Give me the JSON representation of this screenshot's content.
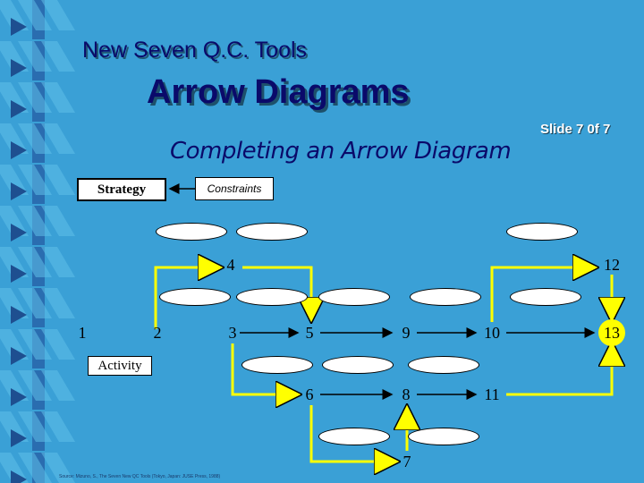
{
  "header": {
    "title": "New Seven Q.C. Tools",
    "main_title": "Arrow Diagrams",
    "slide_number": "Slide 7 0f 7"
  },
  "subtitle": "Completing an Arrow Diagram",
  "legend": {
    "strategy": "Strategy",
    "constraints": "Constraints",
    "activity": "Activity"
  },
  "nodes": [
    "1",
    "2",
    "3",
    "4",
    "5",
    "6",
    "7",
    "8",
    "9",
    "10",
    "11",
    "12",
    "13"
  ],
  "footnote": "Source: Mizuno, S., The Seven New QC Tools (Tokyo, Japan: JUSE Press, 1988)",
  "colors": {
    "background": "#3a9bd0",
    "stripe": "#2a6db0",
    "arrow": "#ffff00",
    "title": "#0a0a6a"
  }
}
